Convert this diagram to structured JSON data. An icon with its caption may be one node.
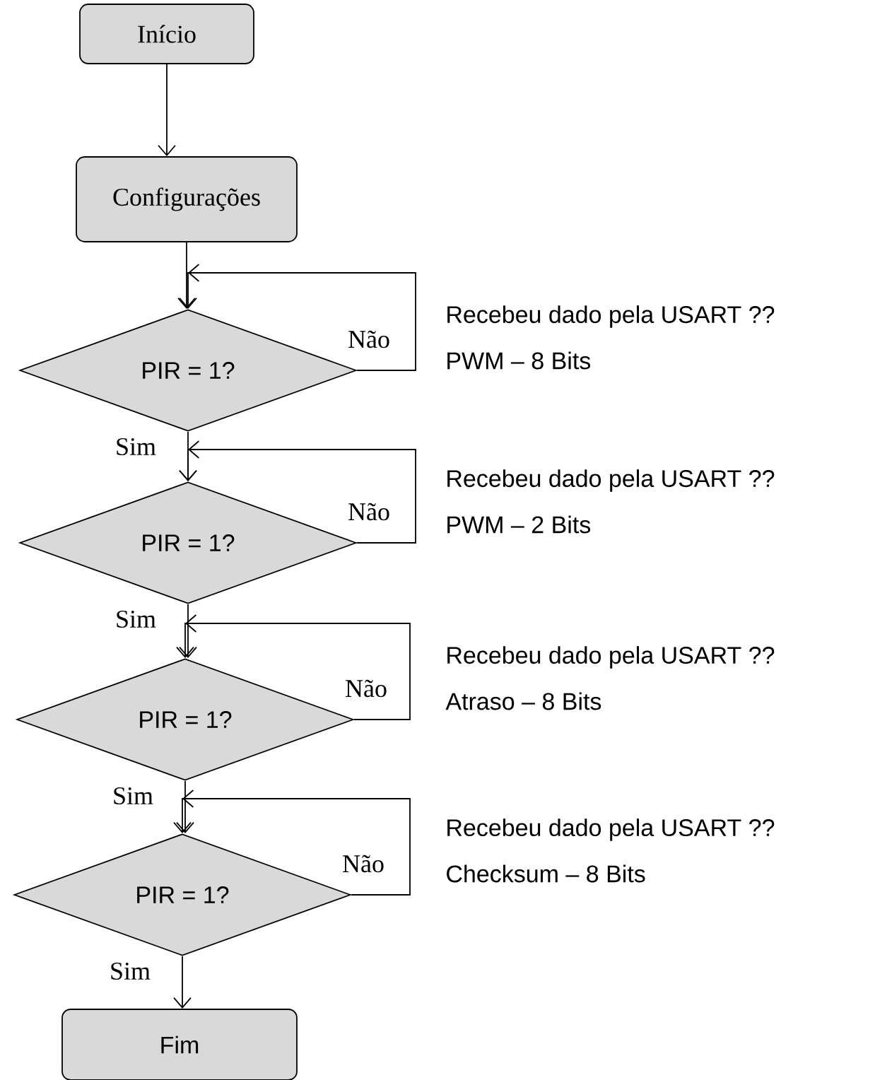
{
  "diagram": {
    "nodes": [
      {
        "text": [
          "Início"
        ]
      },
      {
        "text": [
          "Configurações"
        ]
      },
      {
        "text": [
          "PIR = 1?"
        ],
        "beside": [
          "Recebeu dado pela USART ??",
          "PWM – 8 Bits"
        ]
      },
      {
        "text": [
          "PIR = 1?"
        ],
        "beside": [
          "Recebeu dado pela USART ??",
          "PWM – 2 Bits"
        ]
      },
      {
        "text": [
          "PIR = 1?"
        ],
        "beside": [
          "Recebeu dado pela USART ??",
          "Atraso –  8 Bits"
        ]
      },
      {
        "text": [
          "PIR = 1?"
        ],
        "beside": [
          "Recebeu dado pela USART ??",
          "Checksum – 8 Bits"
        ]
      },
      {
        "text": [
          "Fim"
        ]
      }
    ],
    "edges": [
      {
        "from": 0,
        "to": 1,
        "arrow": "to"
      },
      {
        "from": 1,
        "to": 2,
        "arrow": "to"
      },
      {
        "from": 2,
        "to": 2,
        "arrow": "to",
        "label": "Não"
      },
      {
        "from": 2,
        "to": 3,
        "arrow": "to",
        "label": "Sim"
      },
      {
        "from": 3,
        "to": 3,
        "arrow": "to",
        "label": "Não"
      },
      {
        "from": 3,
        "to": 4,
        "arrow": "to",
        "label": "Sim"
      },
      {
        "from": 4,
        "to": 4,
        "arrow": "to",
        "label": "Não"
      },
      {
        "from": 4,
        "to": 5,
        "arrow": "to",
        "label": "Sim"
      },
      {
        "from": 5,
        "to": 5,
        "arrow": "to",
        "label": "Não"
      },
      {
        "from": 5,
        "to": 6,
        "arrow": "to",
        "label": "Sim"
      }
    ]
  }
}
